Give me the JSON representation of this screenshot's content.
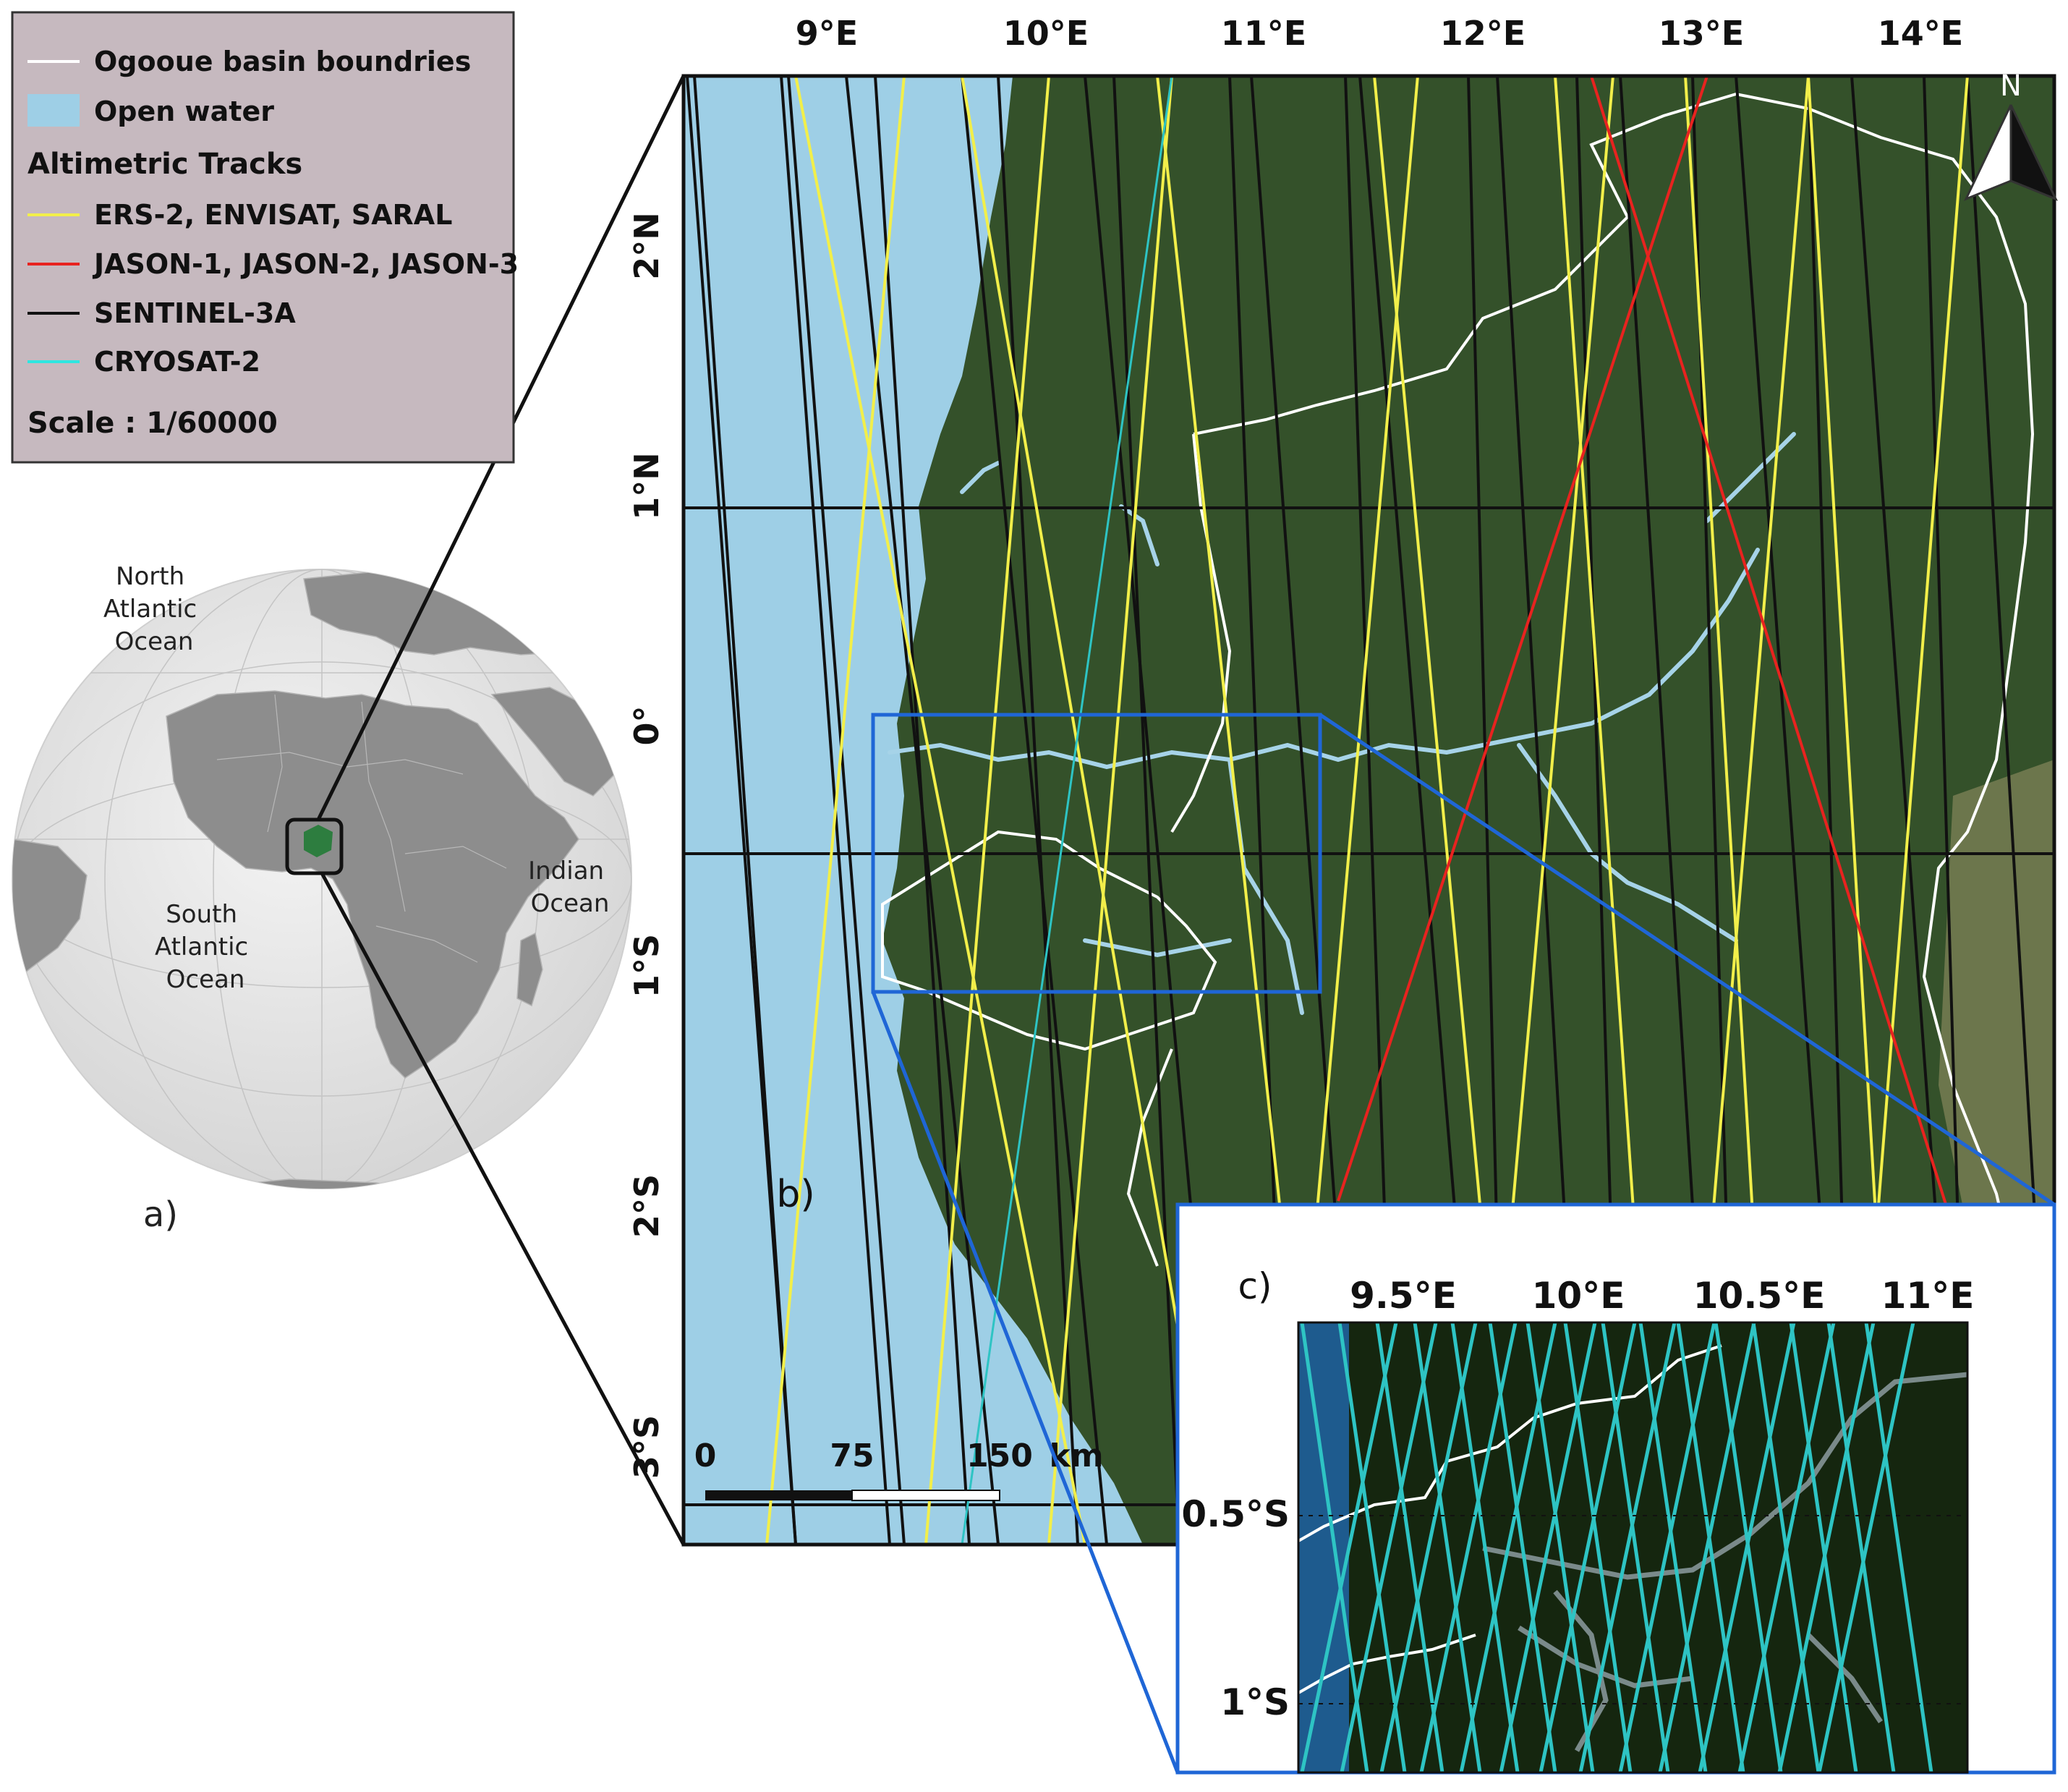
{
  "legend": {
    "items": [
      {
        "label": "Ogooue basin boundries",
        "color": "#ffffff",
        "kind": "line"
      },
      {
        "label": "Open water",
        "color": "#9ecfe6",
        "kind": "patch"
      },
      {
        "label": "Altimetric Tracks",
        "kind": "heading"
      },
      {
        "label": "ERS-2, ENVISAT, SARAL",
        "color": "#f2ef4a",
        "kind": "line"
      },
      {
        "label": "JASON-1, JASON-2, JASON-3",
        "color": "#e8231f",
        "kind": "line"
      },
      {
        "label": "SENTINEL-3A",
        "color": "#111111",
        "kind": "line"
      },
      {
        "label": "CRYOSAT-2",
        "color": "#2ee6e0",
        "kind": "line"
      }
    ],
    "scale": "Scale : 1/60000"
  },
  "panel_a": {
    "label": "a)",
    "oceans": [
      "North Atlantic Ocean",
      "South Atlantic Ocean",
      "Indian Ocean"
    ],
    "north_lines": [
      "North",
      "Atlantic",
      "Ocean"
    ],
    "south_lines": [
      "South",
      "Atlantic",
      "Ocean"
    ],
    "indian_lines": [
      "Indian",
      "Ocean"
    ]
  },
  "panel_b": {
    "label": "b)",
    "lon_ticks": [
      "9°E",
      "10°E",
      "11°E",
      "12°E",
      "13°E",
      "14°E"
    ],
    "lat_ticks": [
      "2°N",
      "1°N",
      "0°",
      "1°S",
      "2°S",
      "3°S"
    ],
    "north_arrow": "N",
    "scale_bar": [
      "0",
      "75",
      "150",
      "km"
    ]
  },
  "panel_c": {
    "label": "c)",
    "lon_ticks": [
      "9.5°E",
      "10°E",
      "10.5°E",
      "11°E"
    ],
    "lat_ticks": [
      "0.5°S",
      "1°S"
    ]
  },
  "colors": {
    "ocean": "#9ecfe6",
    "forest": "#34512a",
    "ers": "#f2ef4a",
    "jason": "#e8231f",
    "sentinel": "#111111",
    "cryosat": "#2ec4c4",
    "frame_blue": "#1f66d6",
    "legend_bg": "#c6b9bf"
  }
}
